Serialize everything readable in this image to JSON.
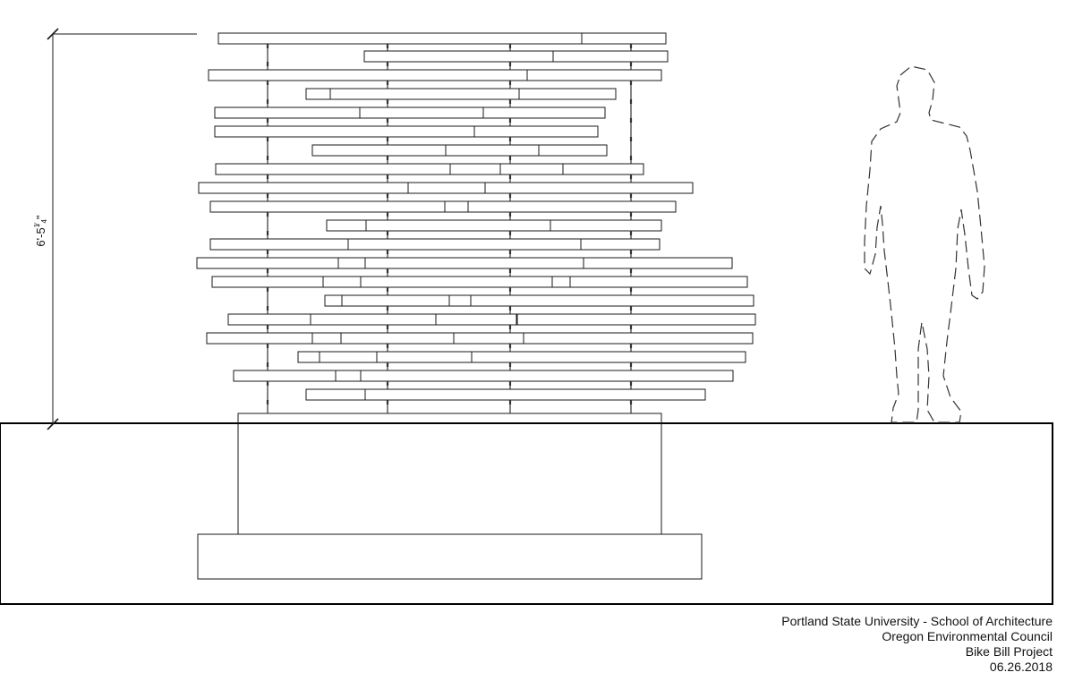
{
  "drawing": {
    "dimension": {
      "feet": "6'-5",
      "fraction_num": "1",
      "fraction_den": "4",
      "inch_mark": "\""
    },
    "line_color": "#1a1a1a",
    "ground_line_color": "#000000"
  },
  "title_block": {
    "line1": "Portland State University  - School of Architecture",
    "line2": "Oregon Environmental Council",
    "line3": "Bike Bill Project",
    "line4": "06.26.2018"
  }
}
